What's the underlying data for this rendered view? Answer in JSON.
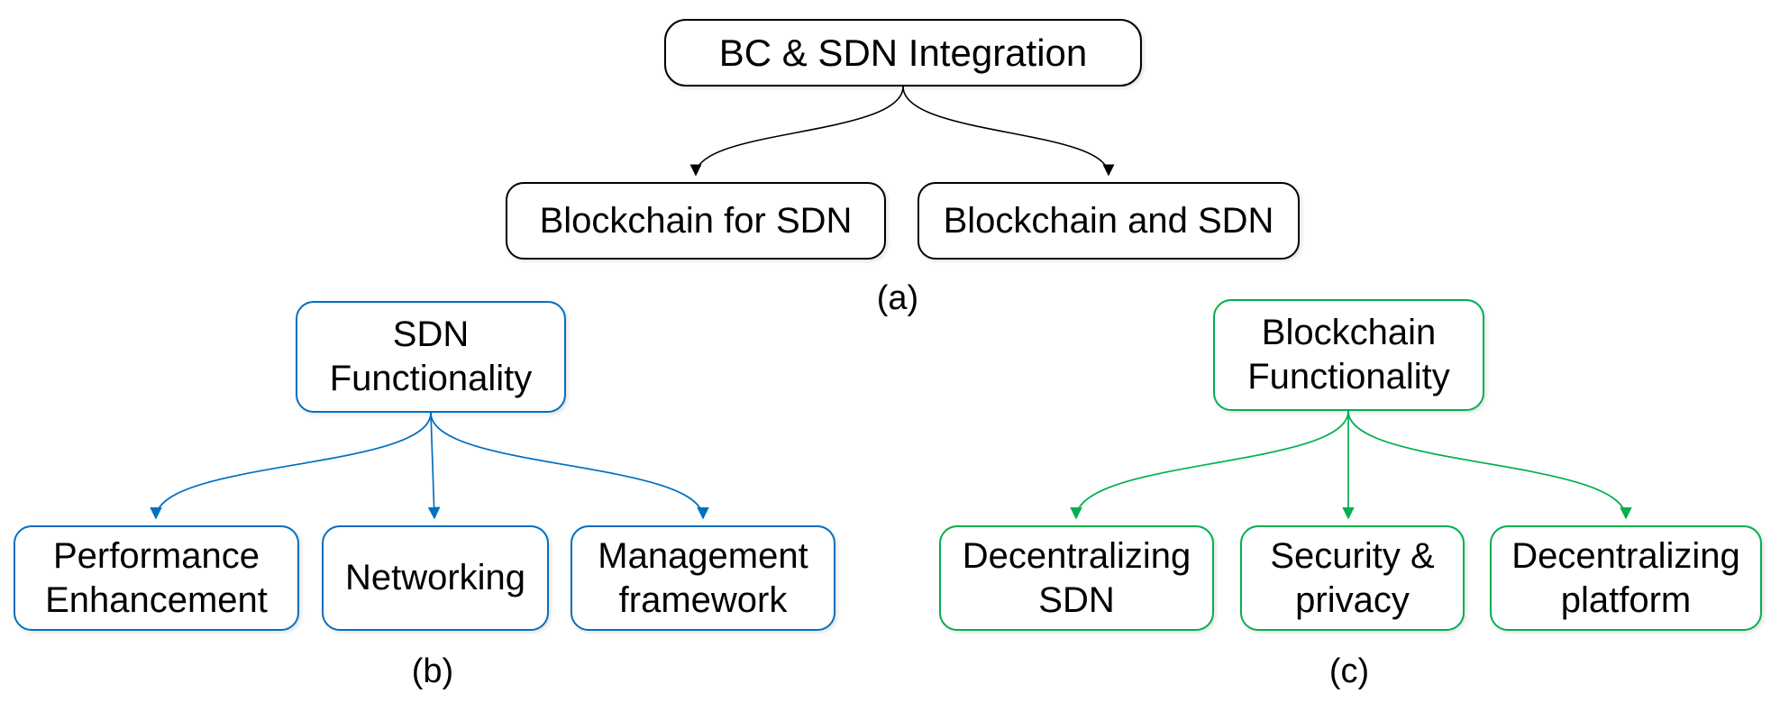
{
  "colors": {
    "tree_a_stroke": "#000000",
    "tree_b_stroke": "#0070C0",
    "tree_c_stroke": "#00B050",
    "text": "#000000",
    "background": "#FFFFFF"
  },
  "tree_a": {
    "caption": "(a)",
    "root": {
      "label": "BC & SDN Integration"
    },
    "children": [
      {
        "label": "Blockchain for SDN"
      },
      {
        "label": "Blockchain and SDN"
      }
    ]
  },
  "tree_b": {
    "caption": "(b)",
    "root": {
      "label": "SDN\nFunctionality"
    },
    "children": [
      {
        "label": "Performance\nEnhancement"
      },
      {
        "label": "Networking"
      },
      {
        "label": "Management\nframework"
      }
    ]
  },
  "tree_c": {
    "caption": "(c)",
    "root": {
      "label": "Blockchain\nFunctionality"
    },
    "children": [
      {
        "label": "Decentralizing\nSDN"
      },
      {
        "label": "Security &\nprivacy"
      },
      {
        "label": "Decentralizing\nplatform"
      }
    ]
  }
}
